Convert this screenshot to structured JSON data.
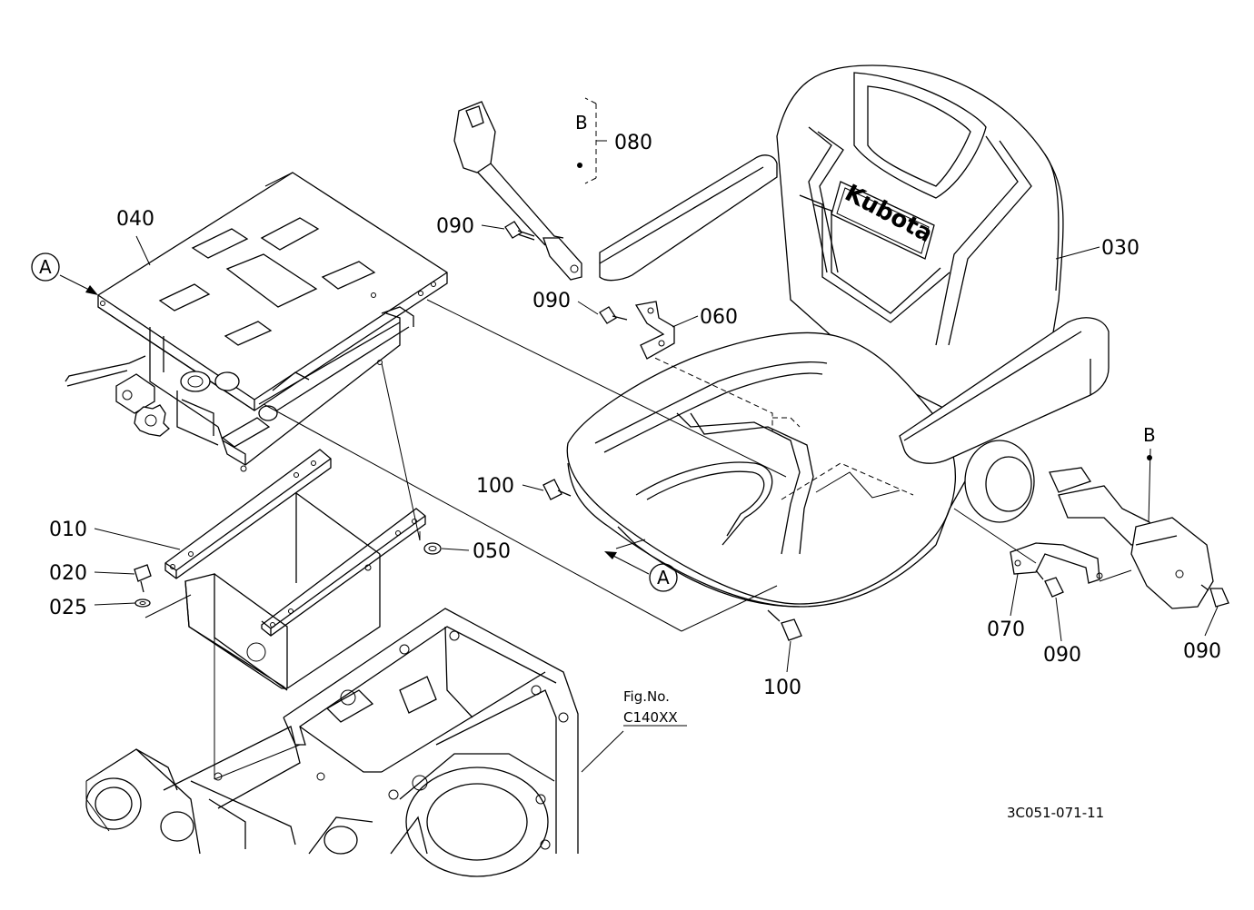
{
  "diagram": {
    "parts": [
      {
        "id": "040",
        "label": "040"
      },
      {
        "id": "080",
        "label": "080"
      },
      {
        "id": "090a",
        "label": "090"
      },
      {
        "id": "090b",
        "label": "090"
      },
      {
        "id": "060",
        "label": "060"
      },
      {
        "id": "030",
        "label": "030"
      },
      {
        "id": "100a",
        "label": "100"
      },
      {
        "id": "010",
        "label": "010"
      },
      {
        "id": "020",
        "label": "020"
      },
      {
        "id": "025",
        "label": "025"
      },
      {
        "id": "050",
        "label": "050"
      },
      {
        "id": "100b",
        "label": "100"
      },
      {
        "id": "070",
        "label": "070"
      },
      {
        "id": "090c",
        "label": "090"
      },
      {
        "id": "090d",
        "label": "090"
      }
    ],
    "callouts": {
      "a_left": "A",
      "a_right": "A",
      "b_top": "B",
      "b_right": "B"
    },
    "brand_text": "Kubota",
    "fig_reference": {
      "line1": "Fig.No.",
      "line2": "C140XX"
    },
    "drawing_code": "3C051-071-11"
  }
}
